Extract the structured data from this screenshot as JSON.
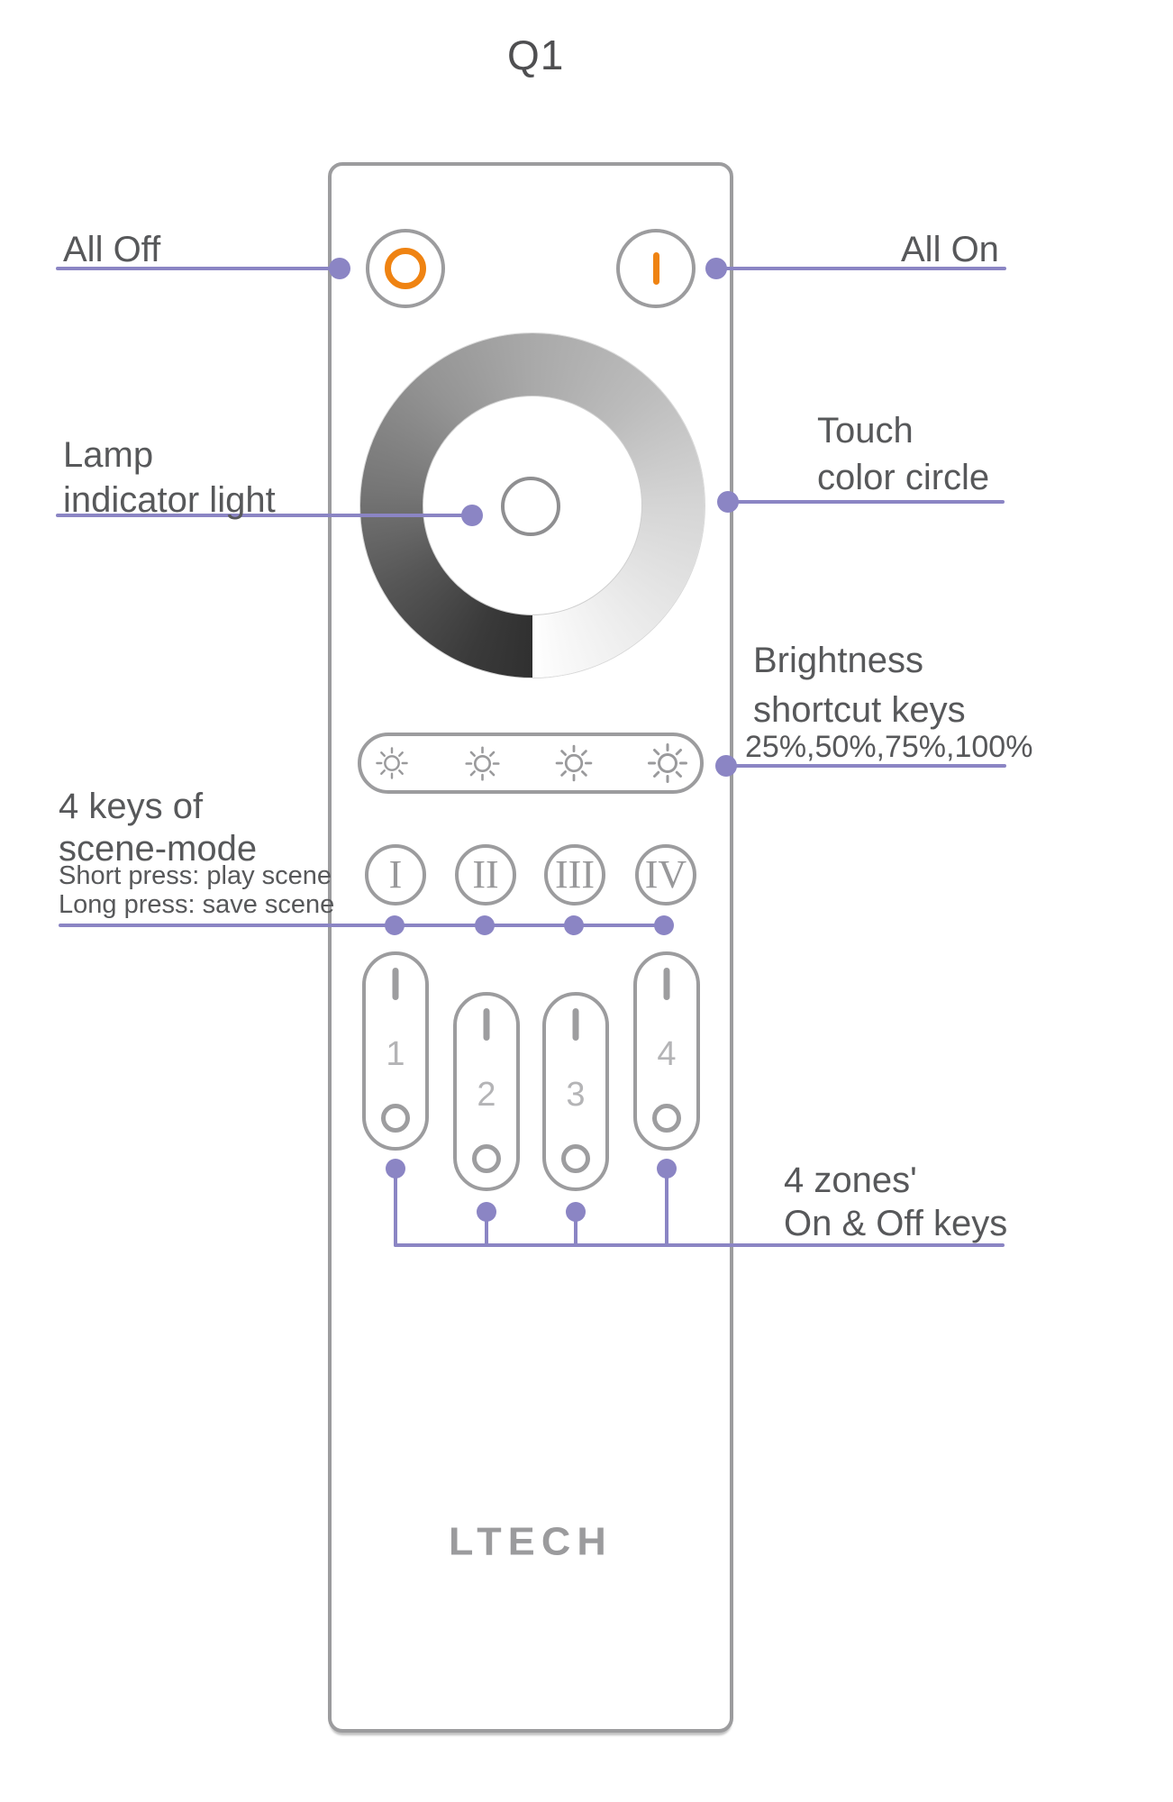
{
  "title": "Q1",
  "colors": {
    "accent": "#8B85C4",
    "orange": "#EF8312",
    "outline": "#9C9C9E",
    "text": "#57585A",
    "title": "#4F4F51",
    "numeral": "#98989A",
    "zone-num": "#B4B4B6",
    "logo": "#9B9B9D"
  },
  "labels": {
    "all_off": "All Off",
    "all_on": "All On",
    "lamp": "Lamp\nindicator light",
    "touch": "Touch\ncolor circle",
    "brightness_1": "Brightness",
    "brightness_2": "shortcut keys",
    "brightness_values": "25%,50%,75%,100%",
    "scene": "4 keys of\nscene-mode",
    "scene_sub": "Short press: play scene\nLong press: save scene",
    "zones": "4 zones'\nOn & Off keys"
  },
  "remote": {
    "brand": "LTECH",
    "icons": {
      "all_off": "power-off-ring-icon",
      "all_on": "power-on-bar-icon",
      "brightness": "sun-icon",
      "zone_on": "on-bar-icon",
      "zone_off": "off-circle-icon"
    },
    "scene_keys": [
      "I",
      "II",
      "III",
      "IV"
    ],
    "zone_keys": [
      "1",
      "2",
      "3",
      "4"
    ]
  }
}
